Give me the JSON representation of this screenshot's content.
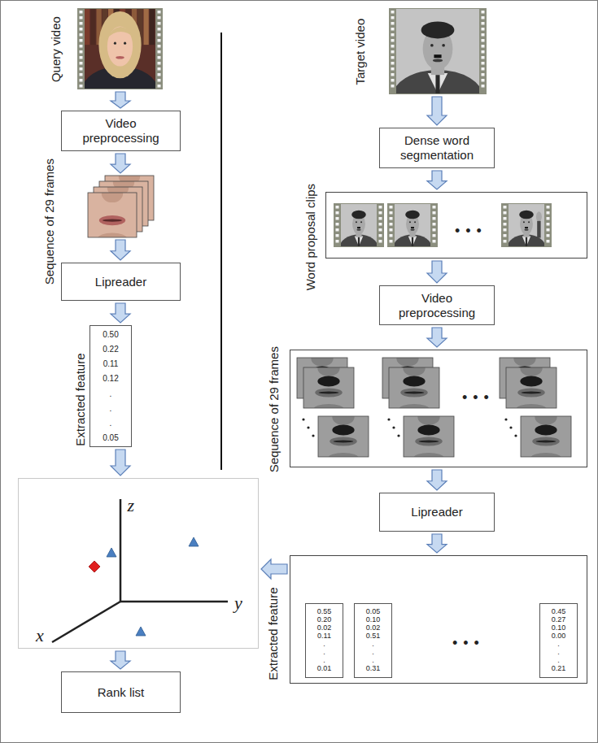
{
  "diagram": {
    "nodes": [
      {
        "text": [
          "Query video"
        ]
      },
      {
        "text": [
          "Video preprocessing"
        ]
      },
      {
        "text": [
          "Sequence of 29 frames"
        ]
      },
      {
        "text": [
          "Lipreader"
        ]
      },
      {
        "text": [
          "Extracted feature",
          "0.50",
          "0.22",
          "0.11",
          "0.12",
          ".",
          ".",
          ".",
          "0.05"
        ]
      },
      {
        "text": [
          "z",
          "y",
          "x"
        ]
      },
      {
        "text": [
          "Rank list"
        ]
      },
      {
        "text": [
          "Target video"
        ]
      },
      {
        "text": [
          "Dense word segmentation"
        ]
      },
      {
        "text": [
          "Word proposal clips",
          "• • •"
        ]
      },
      {
        "text": [
          "Video preprocessing"
        ]
      },
      {
        "text": [
          "Sequence of 29 frames",
          "• • •"
        ]
      },
      {
        "text": [
          "Lipreader"
        ]
      },
      {
        "text": [
          "Extracted feature",
          "• • •"
        ]
      },
      {
        "text": [
          "0.55",
          "0.20",
          "0.02",
          "0.11",
          ".",
          ".",
          ".",
          "0.01"
        ],
        "in": 13
      },
      {
        "text": [
          "0.05",
          "0.10",
          "0.02",
          "0.51",
          ".",
          ".",
          ".",
          "0.31"
        ],
        "in": 13
      },
      {
        "text": [
          "0.45",
          "0.27",
          "0.10",
          "0.00",
          ".",
          ".",
          ".",
          "0.21"
        ],
        "in": 13
      }
    ],
    "edges": [
      {
        "from": 0,
        "to": 1,
        "arrow": "to"
      },
      {
        "from": 1,
        "to": 2,
        "arrow": "to"
      },
      {
        "from": 2,
        "to": 3,
        "arrow": "to"
      },
      {
        "from": 3,
        "to": 4,
        "arrow": "to"
      },
      {
        "from": 4,
        "to": 5,
        "arrow": "to"
      },
      {
        "from": 5,
        "to": 6,
        "arrow": "to"
      },
      {
        "from": 7,
        "to": 8,
        "arrow": "to"
      },
      {
        "from": 8,
        "to": 9,
        "arrow": "to"
      },
      {
        "from": 9,
        "to": 10,
        "arrow": "to"
      },
      {
        "from": 10,
        "to": 11,
        "arrow": "to"
      },
      {
        "from": 11,
        "to": 12,
        "arrow": "to"
      },
      {
        "from": 12,
        "to": 13,
        "arrow": "to"
      },
      {
        "from": 13,
        "to": 5,
        "arrow": "to"
      }
    ]
  }
}
